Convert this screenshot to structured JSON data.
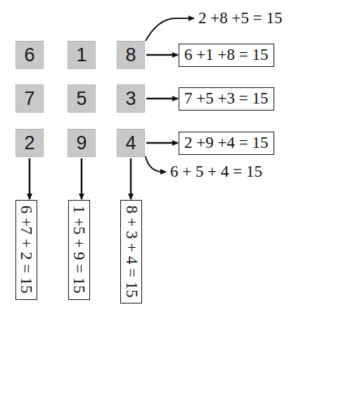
{
  "diagram": {
    "nodes": [
      {
        "text": [
          "6"
        ]
      },
      {
        "text": [
          "1"
        ]
      },
      {
        "text": [
          "8"
        ]
      },
      {
        "text": [
          "7"
        ]
      },
      {
        "text": [
          "5"
        ]
      },
      {
        "text": [
          "3"
        ]
      },
      {
        "text": [
          "2"
        ]
      },
      {
        "text": [
          "9"
        ]
      },
      {
        "text": [
          "4"
        ]
      },
      {
        "text": [
          "6 +1 +8 = 15"
        ]
      },
      {
        "text": [
          "7 +5 +3 = 15"
        ]
      },
      {
        "text": [
          "2 +9 +4 = 15"
        ]
      },
      {
        "text": [
          "6 +7 + 2 = 15"
        ]
      },
      {
        "text": [
          "1 +5 + 9 = 15"
        ]
      },
      {
        "text": [
          "8 + 3 + 4 = 15"
        ]
      }
    ],
    "edges": [
      {
        "from": 2,
        "to": 9,
        "arrow": "to"
      },
      {
        "from": 5,
        "to": 10,
        "arrow": "to"
      },
      {
        "from": 8,
        "to": 11,
        "arrow": "to"
      },
      {
        "from": 6,
        "to": 12,
        "arrow": "to"
      },
      {
        "from": 7,
        "to": 13,
        "arrow": "to"
      },
      {
        "from": 8,
        "to": 14,
        "arrow": "to"
      }
    ],
    "labels": [
      "2 +8 +5 = 15",
      "6 + 5 + 4 = 15"
    ]
  }
}
